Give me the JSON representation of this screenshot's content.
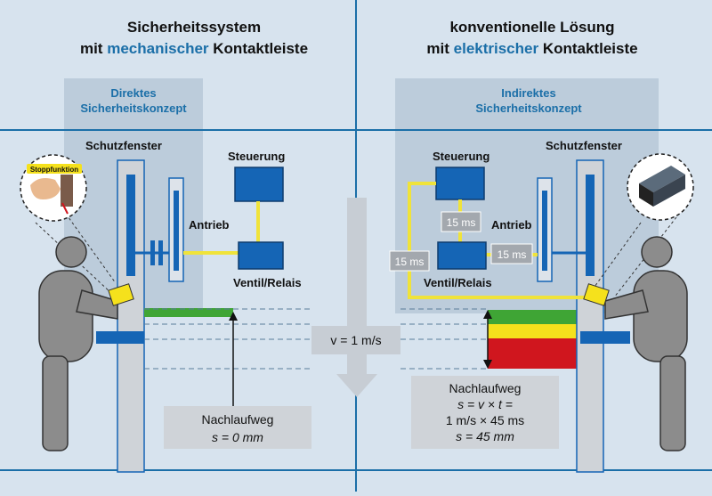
{
  "left": {
    "title_line1": "Sicherheitssystem",
    "title_line2_pre": "mit ",
    "title_line2_accent": "mechanischer",
    "title_line2_post": " Kontaktleiste",
    "concept_line1": "Direktes",
    "concept_line2": "Sicherheitskonzept",
    "window_label": "Schutzfenster",
    "control_label": "Steuerung",
    "drive_label": "Antrieb",
    "valve_label": "Ventil/Relais",
    "stop_label": "Stoppfunktion",
    "overrun_label": "Nachlaufweg",
    "overrun_value": "s = 0 mm"
  },
  "right": {
    "title_line1_pre": "konventionelle Lösung",
    "title_line2_pre": "mit ",
    "title_line2_accent": "elektrischer",
    "title_line2_post": " Kontaktleiste",
    "concept_line1": "Indirektes",
    "concept_line2": "Sicherheitskonzept",
    "window_label": "Schutzfenster",
    "control_label": "Steuerung",
    "drive_label": "Antrieb",
    "valve_label": "Ventil/Relais",
    "delay_1": "15 ms",
    "delay_2": "15 ms",
    "delay_3": "15 ms",
    "overrun_label": "Nachlaufweg",
    "formula_1": "s = v × t =",
    "formula_2": "1 m/s × 45 ms",
    "formula_3": "s = 45 mm"
  },
  "center": {
    "speed_label": "v = 1 m/s"
  },
  "colors": {
    "background": "#d7e3ee",
    "accent_blue": "#1b6fa8",
    "component_blue": "#1565b5",
    "signal_yellow": "#f0e33a",
    "safe_green": "#3fa535",
    "warn_yellow": "#f5e11c",
    "danger_red": "#d0161e",
    "figure_gray": "#8c8c8c"
  }
}
